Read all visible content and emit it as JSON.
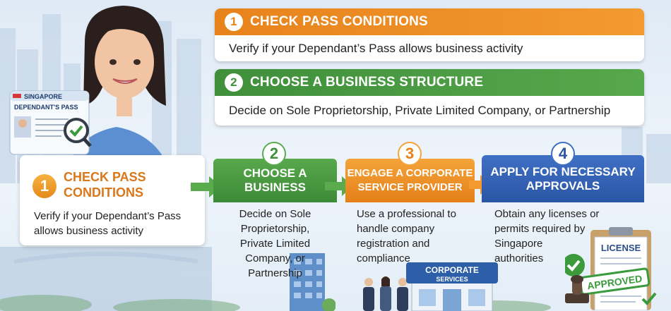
{
  "top_steps": [
    {
      "num": "1",
      "title": "CHECK PASS CONDITIONS",
      "desc": "Verify if your Dependant’s Pass allows business activity"
    },
    {
      "num": "2",
      "title": "CHOOSE A BUSINESS STRUCTURE",
      "desc": "Decide on Sole Proprietorship, Private Limited Company, or Partnership"
    }
  ],
  "steps": [
    {
      "num": "1",
      "title_l1": "CHECK PASS",
      "title_l2": "CONDITIONS",
      "desc_l1": "Verify if your Dependant’s Pass",
      "desc_l2": "allows business activity"
    },
    {
      "num": "2",
      "title_l1": "CHOOSE A",
      "title_l2": "BUSINESS",
      "desc_lines": [
        "Decide on Sole",
        "Proprietorship,",
        "Private Limited",
        "Company, or",
        "Partnership"
      ]
    },
    {
      "num": "3",
      "title_l1": "ENGAGE A CORPORATE",
      "title_l2": "SERVICE PROVIDER",
      "desc_lines": [
        "Use a professional to",
        "handle company",
        "registration and",
        "compliance"
      ]
    },
    {
      "num": "4",
      "title_l1": "APPLY FOR NECESSARY",
      "title_l2": "APPROVALS",
      "desc_lines": [
        "Obtain any licenses or",
        "permits required by",
        "Singapore",
        "authorities"
      ]
    }
  ],
  "pass_card": {
    "country": "SINGAPORE",
    "type": "DEPENDANT'S PASS"
  },
  "license_doc": {
    "title": "LICENSE",
    "stamp": "APPROVED"
  },
  "corp_sign": {
    "line1": "CORPORATE",
    "line2": "SERVICES"
  },
  "colors": {
    "orange": "#e8831c",
    "green": "#3f8f3b",
    "blue": "#2b56a6"
  },
  "icons": [
    "magnifier-check-icon",
    "arrow-right-icon",
    "check-icon",
    "stamp-icon"
  ]
}
